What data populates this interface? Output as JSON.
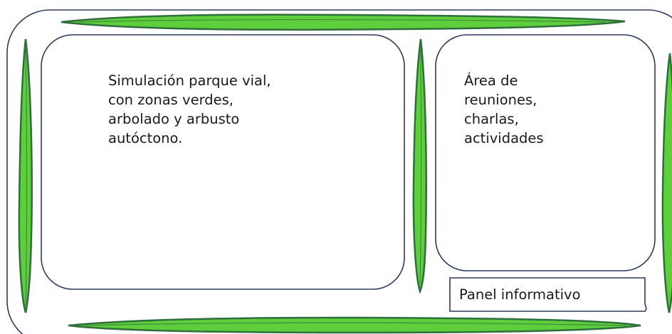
{
  "diagram": {
    "zones": {
      "park": {
        "lines": [
          "Simulación parque vial,",
          "con zonas verdes,",
          "arbolado y arbusto",
          "autóctono."
        ]
      },
      "meeting": {
        "lines": [
          "Área de",
          "reuniones,",
          "charlas,",
          "actividades"
        ]
      },
      "panel": {
        "label": "Panel informativo"
      }
    },
    "colors": {
      "outline": "#2e3b5e",
      "hedge_fill": "#5fce3c",
      "hedge_edge": "#2f6f3c",
      "background": "#ffffff"
    }
  }
}
